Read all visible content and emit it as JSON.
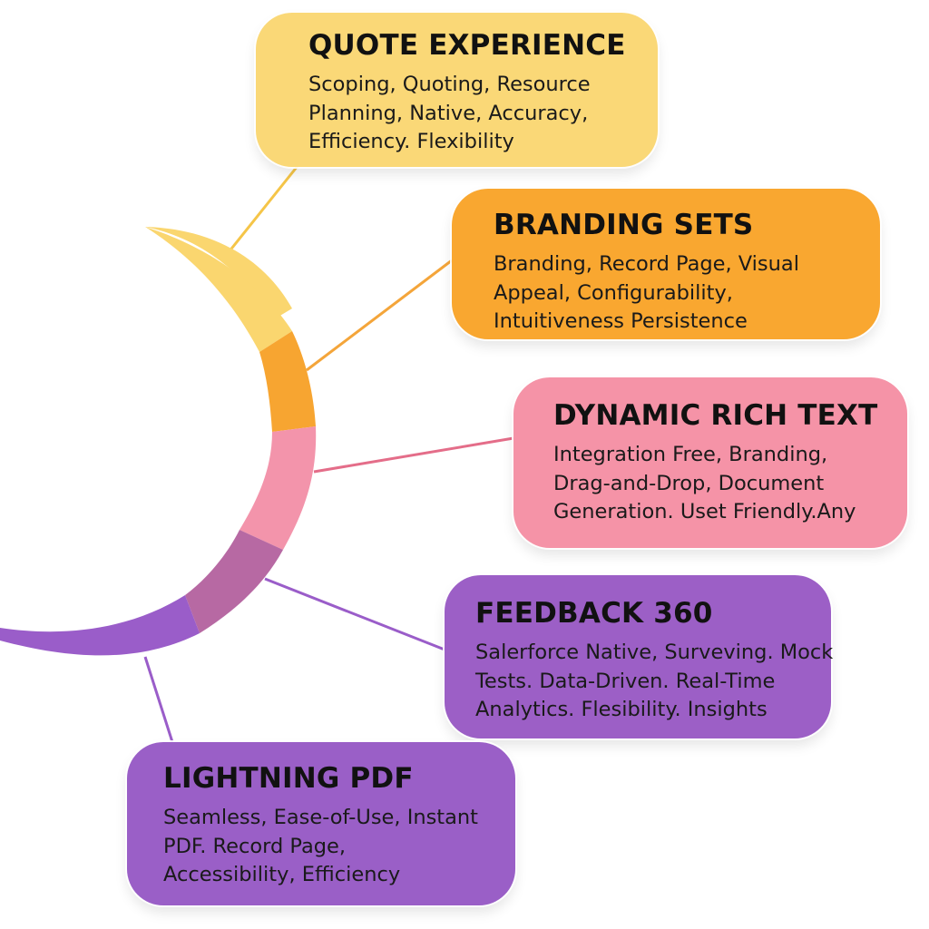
{
  "colors": {
    "yellow": "#fad877",
    "orange": "#f9a730",
    "pink": "#f593a7",
    "mauve": "#b96da6",
    "purple": "#9c5fc6",
    "arc_yellow": "#fad66f",
    "arc_orange": "#f7a531",
    "arc_pink": "#f394ab",
    "arc_mauve": "#b769a3",
    "arc_purple": "#9a5dc9"
  },
  "cards": [
    {
      "title": "QUOTE EXPERIENCE",
      "lines": [
        "Scoping, Quoting, Resource",
        "Planning, Native, Accuracy,",
        "Efficiency. Flexibility"
      ]
    },
    {
      "title": "BRANDING SETS",
      "lines": [
        "Branding, Record Page, Visual",
        "Appeal, Configurability,",
        "Intuitiveness Persistence"
      ]
    },
    {
      "title": "DYNAMIC RICH TEXT",
      "lines": [
        "Integration Free, Branding,",
        "Drag-and-Drop, Document",
        "Generation. Uset Friendly.Any"
      ]
    },
    {
      "title": "FEEDBACK 360",
      "lines": [
        "Salerforce Native, Surveving. Mock",
        "Tests. Data-Driven. Real-Time",
        "Analytics. Flesibility. Insights"
      ]
    },
    {
      "title": "LIGHTNING PDF",
      "lines": [
        "Seamless, Ease-of-Use, Instant",
        "PDF. Record Page,",
        "Accessibility, Efficiency"
      ]
    }
  ]
}
